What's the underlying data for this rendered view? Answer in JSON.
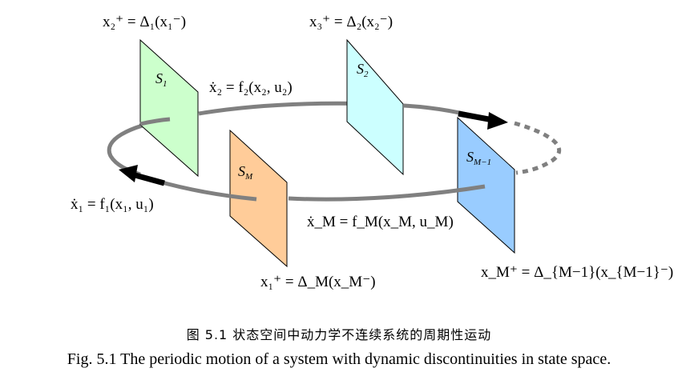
{
  "planes": {
    "s1": "S",
    "s1_sub": "1",
    "s2": "S",
    "s2_sub": "2",
    "sm": "S",
    "sm_sub": "M",
    "sm1": "S",
    "sm1_sub": "M−1"
  },
  "labels": {
    "reset_s1": "x₂⁺ = Δ₁(x₁⁻)",
    "reset_s2": "x₃⁺ = Δ₂(x₂⁻)",
    "reset_sm": "x₁⁺ = Δ_M(x_M⁻)",
    "reset_sm1": "x_M⁺ = Δ_{M−1}(x_{M−1}⁻)",
    "dyn_1": "ẋ₁ = f₁(x₁, u₁)",
    "dyn_2": "ẋ₂ = f₂(x₂, u₂)",
    "dyn_m": "ẋ_M = f_M(x_M, u_M)"
  },
  "colors": {
    "s1": "#ccffcc",
    "s2": "#ccffff",
    "sm": "#ffcc99",
    "sm1": "#99ccff",
    "orbit": "#808080",
    "arrow": "#000000"
  },
  "caption": {
    "chinese": "图 5.1 状态空间中动力学不连续系统的周期性运动",
    "english": "Fig. 5.1 The periodic motion of a system with dynamic discontinuities in state space."
  }
}
